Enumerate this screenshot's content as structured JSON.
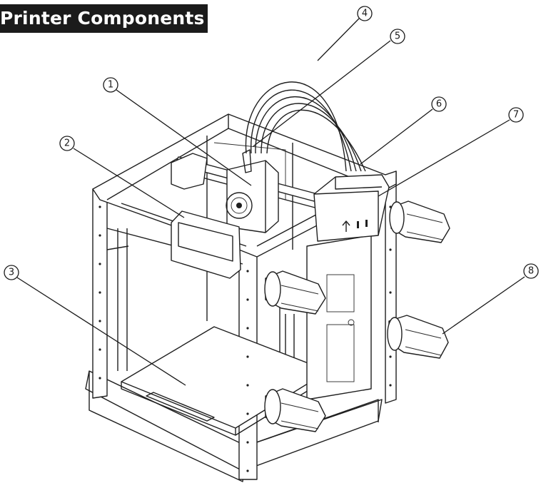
{
  "title": "Printer Components",
  "callouts": [
    {
      "number": "1"
    },
    {
      "number": "2"
    },
    {
      "number": "3"
    },
    {
      "number": "4"
    },
    {
      "number": "5"
    },
    {
      "number": "6"
    },
    {
      "number": "7"
    },
    {
      "number": "8"
    }
  ],
  "colors": {
    "title_background": "#1b1b1b",
    "title_text": "#ffffff",
    "line_art": "#1f1f1f"
  }
}
